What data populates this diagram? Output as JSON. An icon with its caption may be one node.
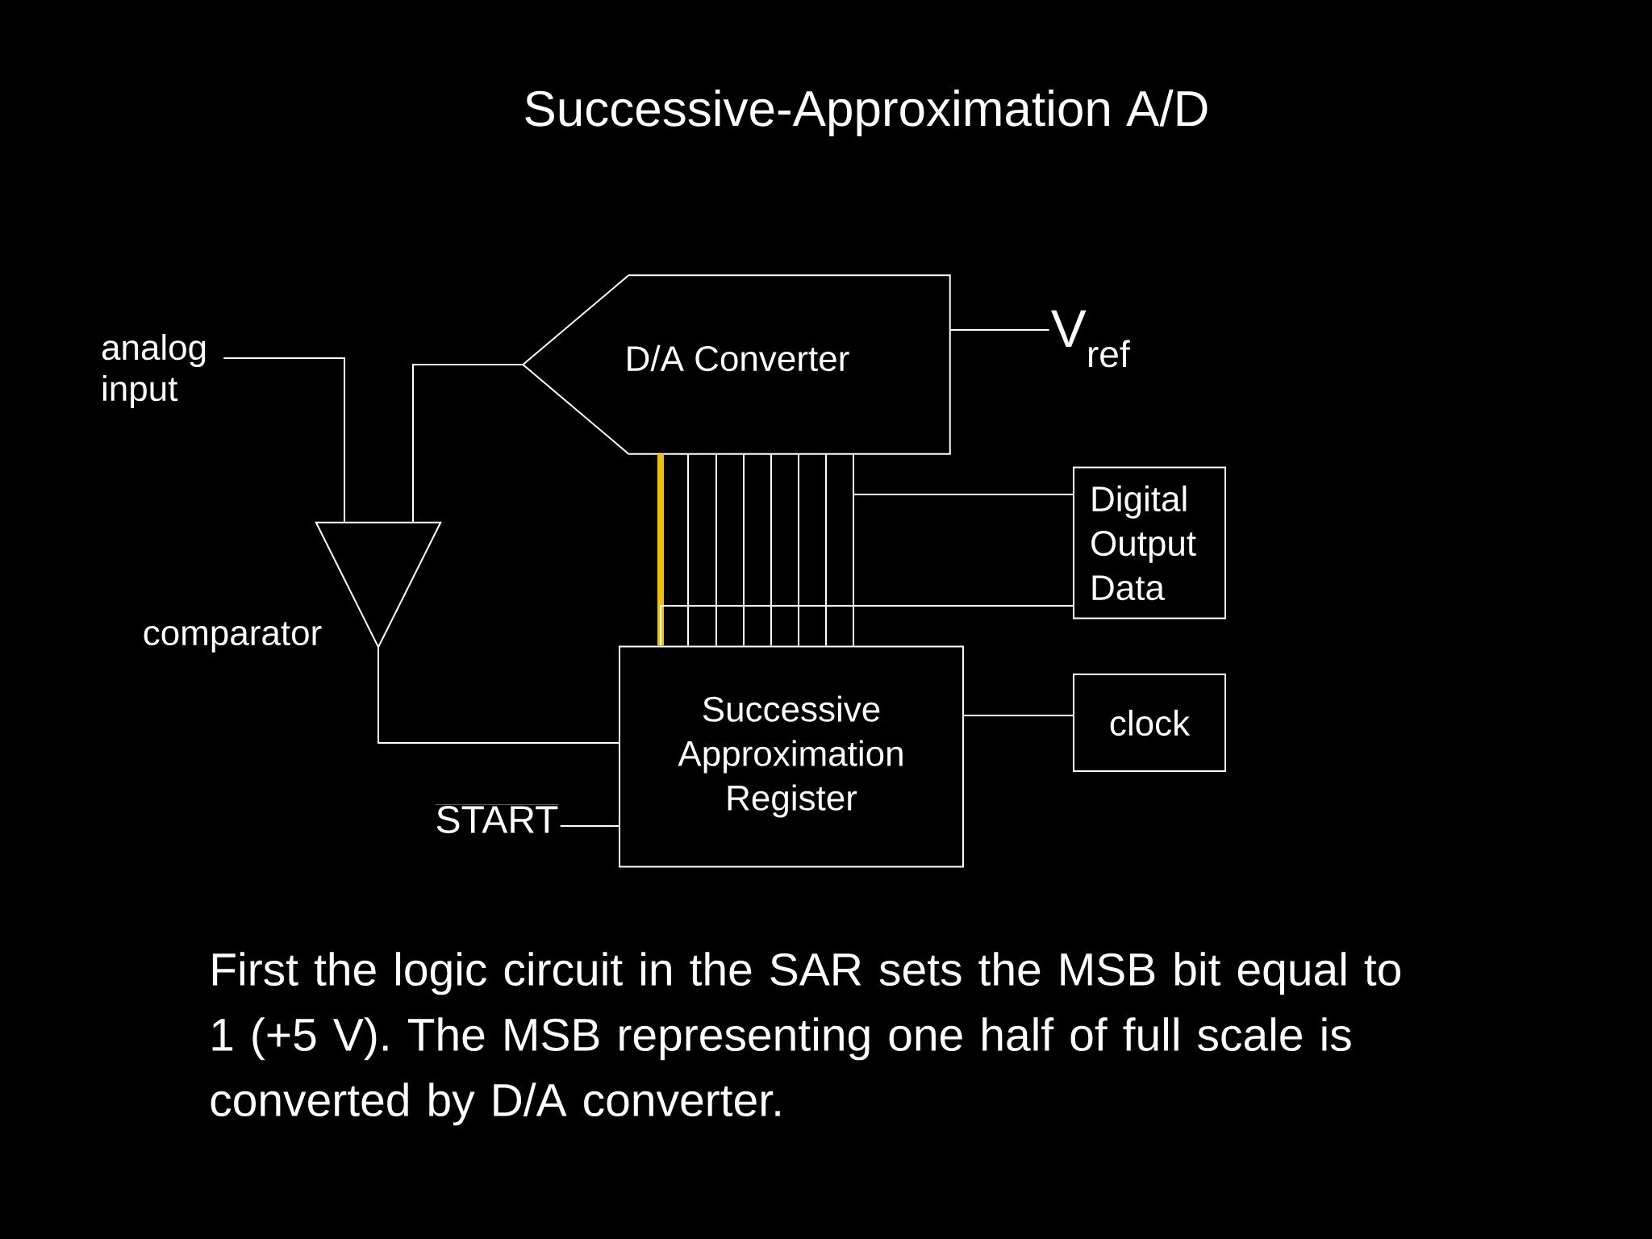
{
  "diagram": {
    "title": "Successive-Approximation A/D",
    "caption": "First the logic circuit in the SAR sets the MSB bit equal to 1 (+5 V). The MSB representing one half of full scale is converted by D/A converter.",
    "nodes": [
      {
        "text": [
          "analog input"
        ]
      },
      {
        "text": [
          "D/A Converter"
        ]
      },
      {
        "text": [
          "V$_{ref}$"
        ]
      },
      {
        "text": [],
        "shape": "triangle",
        "beside": [
          "comparator"
        ]
      },
      {
        "text": [
          "Digital Output Data"
        ]
      },
      {
        "text": [
          "Successive Approximation Register"
        ]
      },
      {
        "text": [
          "clock"
        ]
      },
      {
        "text": [
          "START"
        ]
      }
    ],
    "edges": [
      {
        "from": 0,
        "to": 3,
        "arrow": "none"
      },
      {
        "from": 1,
        "to": 3,
        "arrow": "none"
      },
      {
        "from": 3,
        "to": 5,
        "arrow": "none"
      },
      {
        "from": 2,
        "to": 1,
        "arrow": "none"
      },
      {
        "from": 5,
        "to": 1,
        "arrow": "none",
        "style": "thick",
        "color": "#f5c000"
      },
      {
        "from": 5,
        "to": 1,
        "arrow": "none"
      },
      {
        "from": 5,
        "to": 1,
        "arrow": "none"
      },
      {
        "from": 5,
        "to": 1,
        "arrow": "none"
      },
      {
        "from": 5,
        "to": 1,
        "arrow": "none"
      },
      {
        "from": 5,
        "to": 1,
        "arrow": "none"
      },
      {
        "from": 5,
        "to": 1,
        "arrow": "none"
      },
      {
        "from": 5,
        "to": 1,
        "arrow": "none"
      },
      {
        "from": 5,
        "to": 4,
        "arrow": "none"
      },
      {
        "from": 5,
        "to": 4,
        "arrow": "none"
      },
      {
        "from": 6,
        "to": 5,
        "arrow": "none"
      },
      {
        "from": 7,
        "to": 5,
        "arrow": "none"
      }
    ]
  }
}
